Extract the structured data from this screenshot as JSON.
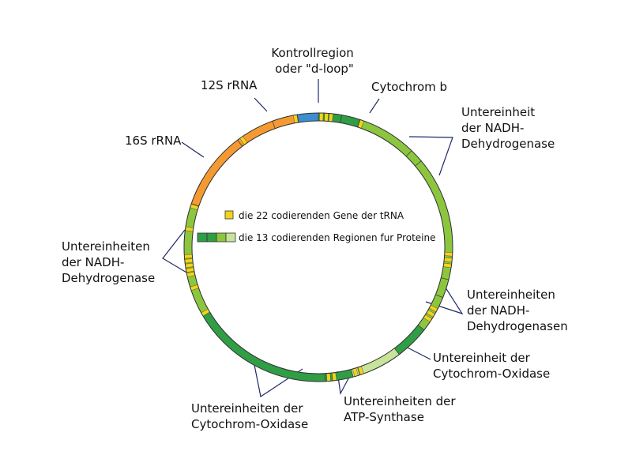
{
  "colors": {
    "rRNA": "#f59a32",
    "control": "#3d8ed1",
    "dark": "#2f9e45",
    "light": "#8cc63f",
    "pale": "#c8e39a",
    "trna": "#f2d41b",
    "outline": "#333333",
    "leader": "#1f2a66"
  },
  "segments": [
    {
      "from": 0,
      "to": 10,
      "color": "dark"
    },
    {
      "from": 10,
      "to": 18,
      "color": "dark"
    },
    {
      "from": 18,
      "to": 44,
      "color": "light"
    },
    {
      "from": 44,
      "to": 50,
      "color": "light"
    },
    {
      "from": 50,
      "to": 93,
      "color": "light"
    },
    {
      "from": 93,
      "to": 104,
      "color": "light"
    },
    {
      "from": 104,
      "to": 112,
      "color": "light"
    },
    {
      "from": 112,
      "to": 121,
      "color": "light"
    },
    {
      "from": 121,
      "to": 128,
      "color": "light"
    },
    {
      "from": 128,
      "to": 143,
      "color": "dark"
    },
    {
      "from": 143,
      "to": 162,
      "color": "pale"
    },
    {
      "from": 162,
      "to": 165,
      "color": "pale"
    },
    {
      "from": 165,
      "to": 177,
      "color": "dark"
    },
    {
      "from": 177,
      "to": 240,
      "color": "dark"
    },
    {
      "from": 240,
      "to": 258,
      "color": "light"
    },
    {
      "from": 258,
      "to": 278,
      "color": "light"
    },
    {
      "from": 278,
      "to": 289,
      "color": "light"
    },
    {
      "from": 289,
      "to": 323,
      "color": "rRNA"
    },
    {
      "from": 323,
      "to": 340,
      "color": "rRNA"
    },
    {
      "from": 340,
      "to": 351,
      "color": "rRNA"
    },
    {
      "from": 351,
      "to": 360,
      "color": "control"
    }
  ],
  "trna_marks": [
    1.3,
    3.5,
    5.5,
    19,
    93,
    95.5,
    98,
    118,
    120.5,
    123,
    161,
    163.5,
    173,
    175.5,
    240,
    252,
    258,
    260,
    262,
    264,
    266,
    278,
    288,
    325,
    350
  ],
  "legend": {
    "trna_text": "die 22 codierenden Gene der tRNA",
    "protein_text": "die 13 codierenden Regionen fur Proteine",
    "protein_swatches": [
      "dark",
      "dark",
      "light",
      "pale"
    ]
  },
  "labels": {
    "control": [
      "Kontrollregion",
      "oder \"d-loop\""
    ],
    "rrna12": [
      "12S rRNA"
    ],
    "rrna16": [
      "16S rRNA"
    ],
    "cytb": [
      "Cytochrom b"
    ],
    "nadh_top": [
      "Untereinheit",
      "der  NADH-",
      "Dehydrogenase"
    ],
    "nadh_left": [
      "Untereinheiten",
      "der NADH-",
      "Dehydrogenase"
    ],
    "nadh_right": [
      "Untereinheiten",
      "der NADH-",
      "Dehydrogenasen"
    ],
    "cox_right": [
      "Untereinheit der",
      "Cytochrom-Oxidase"
    ],
    "atp": [
      "Untereinheiten der",
      "ATP-Synthase"
    ],
    "cox_bottom": [
      "Untereinheiten der",
      "Cytochrom-Oxidase"
    ]
  }
}
